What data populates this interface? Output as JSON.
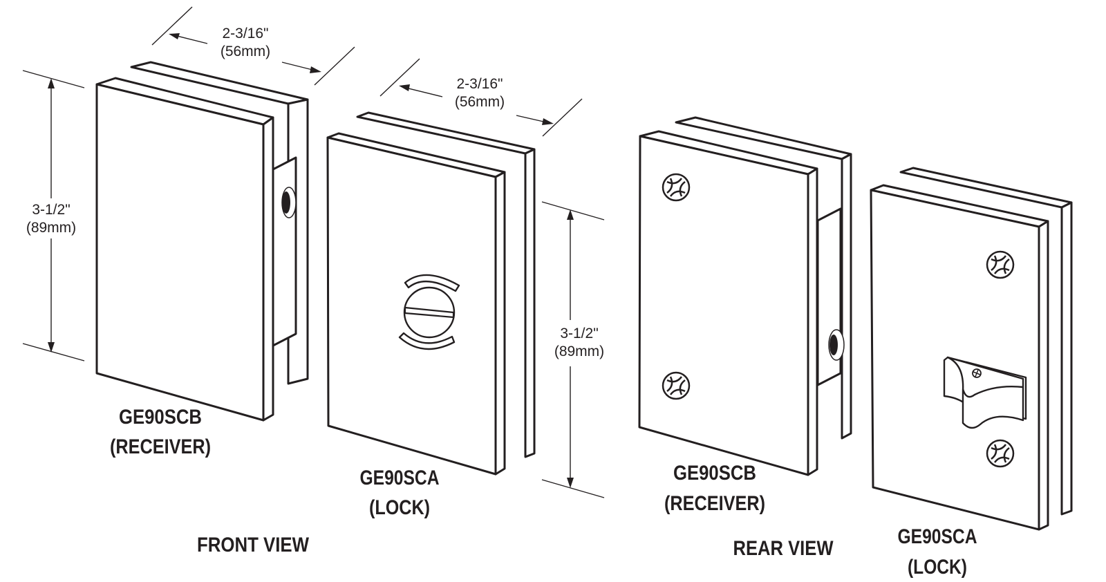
{
  "diagram": {
    "dimensions": {
      "front_receiver_width": {
        "imperial": "2-3/16\"",
        "metric": "(56mm)"
      },
      "front_lock_width": {
        "imperial": "2-3/16\"",
        "metric": "(56mm)"
      },
      "front_receiver_height": {
        "imperial": "3-1/2\"",
        "metric": "(89mm)"
      },
      "front_lock_height": {
        "imperial": "3-1/2\"",
        "metric": "(89mm)"
      }
    },
    "parts": {
      "front_receiver": {
        "model": "GE90SCB",
        "type": "(RECEIVER)"
      },
      "front_lock": {
        "model": "GE90SCA",
        "type": "(LOCK)"
      },
      "rear_receiver": {
        "model": "GE90SCB",
        "type": "(RECEIVER)"
      },
      "rear_lock": {
        "model": "GE90SCA",
        "type": "(LOCK)"
      }
    },
    "views": {
      "front": "FRONT VIEW",
      "rear": "REAR VIEW"
    },
    "icons": {
      "screw": "phillips-screw-icon",
      "set_screw_hole": "set-screw-hole-icon",
      "slotted_knob": "slotted-lock-knob-icon",
      "thumb_turn": "thumb-turn-icon"
    }
  }
}
